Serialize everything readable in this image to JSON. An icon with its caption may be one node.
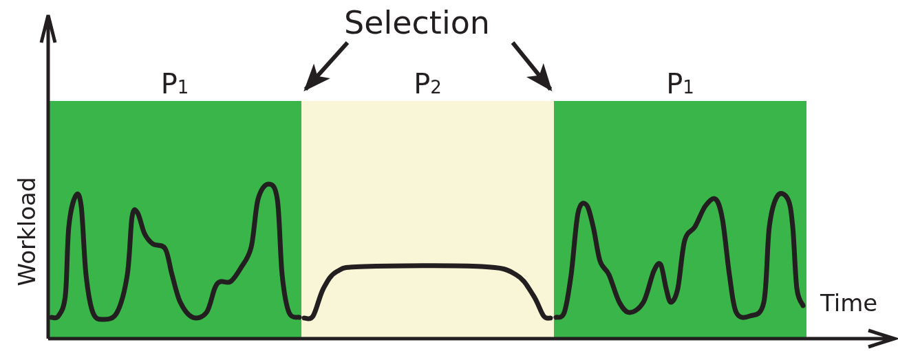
{
  "diagram": {
    "nodes": [
      {
        "text": [
          "Selection"
        ]
      },
      {
        "text": [
          "P$_{1}$"
        ]
      },
      {
        "text": [
          "P$_{2}$"
        ]
      },
      {
        "text": [
          "P$_{1}$"
        ]
      }
    ],
    "edges": [
      {
        "from": 0,
        "to": 2,
        "arrow": "to"
      },
      {
        "from": 0,
        "to": 3,
        "arrow": "to"
      }
    ],
    "labels": [
      "Workload",
      "Time"
    ]
  }
}
